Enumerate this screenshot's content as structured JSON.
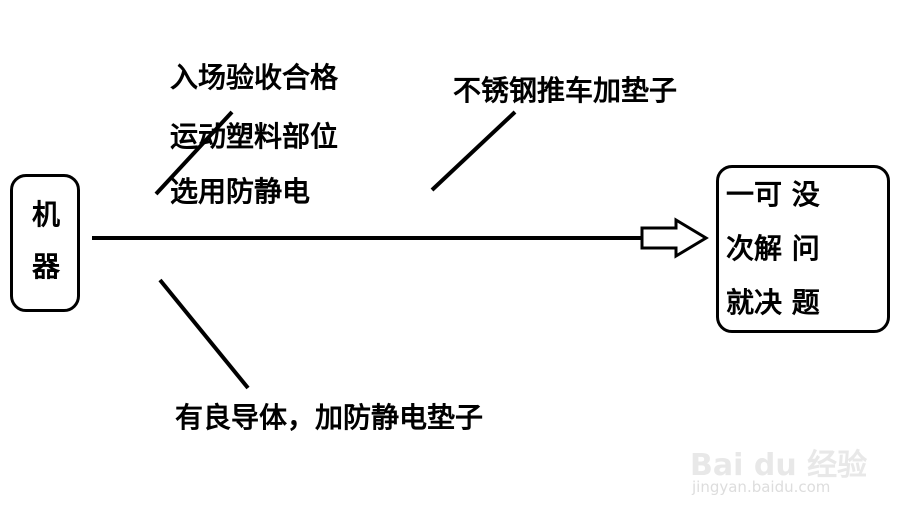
{
  "left_box": {
    "chars": [
      "机",
      "器"
    ]
  },
  "right_box": {
    "lines": [
      "一可 没",
      "次解 问",
      "就决 题"
    ]
  },
  "labels": {
    "top_left_1": "入场验收合格",
    "top_left_2": "运动塑料部位",
    "top_left_3": "选用防静电",
    "top_right": "不锈钢推车加垫子",
    "bottom": "有良导体，加防静电垫子"
  },
  "watermark": {
    "logo": "Bai du 经验",
    "url": "jingyan.baidu.com"
  },
  "colors": {
    "stroke": "#000000",
    "background": "#ffffff",
    "watermark": "#e0e0e0"
  }
}
